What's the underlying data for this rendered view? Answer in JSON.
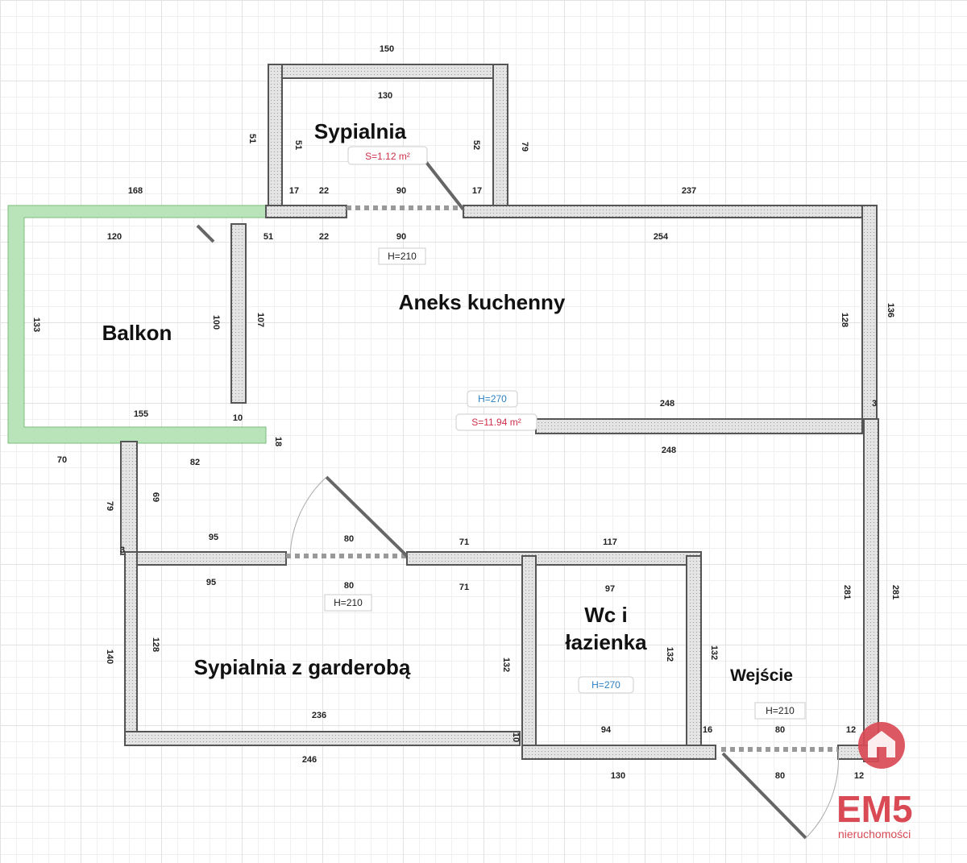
{
  "rooms": {
    "sypialnia": "Sypialnia",
    "balkon": "Balkon",
    "aneks": "Aneks kuchenny",
    "sypialnia_garderoba": "Sypialnia z garderobą",
    "wc_line1": "Wc i",
    "wc_line2": "łazienka",
    "wejscie": "Wejście"
  },
  "tags": {
    "area_sypialnia": "S=1.12 m²",
    "area_aneks": "S=11.94 m²",
    "h_door_top": "H=210",
    "h_aneks": "H=270",
    "h_door_mid": "H=210",
    "h_wc": "H=270",
    "h_door_entry": "H=210"
  },
  "dimensions": [
    "150",
    "130",
    "51",
    "51",
    "52",
    "79",
    "17",
    "22",
    "90",
    "17",
    "168",
    "237",
    "120",
    "51",
    "22",
    "90",
    "254",
    "133",
    "100",
    "107",
    "128",
    "136",
    "248",
    "3",
    "155",
    "10",
    "18",
    "248",
    "70",
    "82",
    "79",
    "69",
    "3",
    "95",
    "80",
    "71",
    "117",
    "95",
    "80",
    "71",
    "97",
    "281",
    "281",
    "140",
    "128",
    "132",
    "132",
    "132",
    "236",
    "94",
    "10",
    "16",
    "80",
    "12",
    "246",
    "130",
    "80",
    "12"
  ],
  "logo": {
    "brand": "EM5",
    "subtitle": "nieruchomości",
    "color": "#d94a55"
  },
  "colors": {
    "wall": "#d8d8d8",
    "wall_outline": "#555555",
    "balcony": "#9bd49b"
  }
}
